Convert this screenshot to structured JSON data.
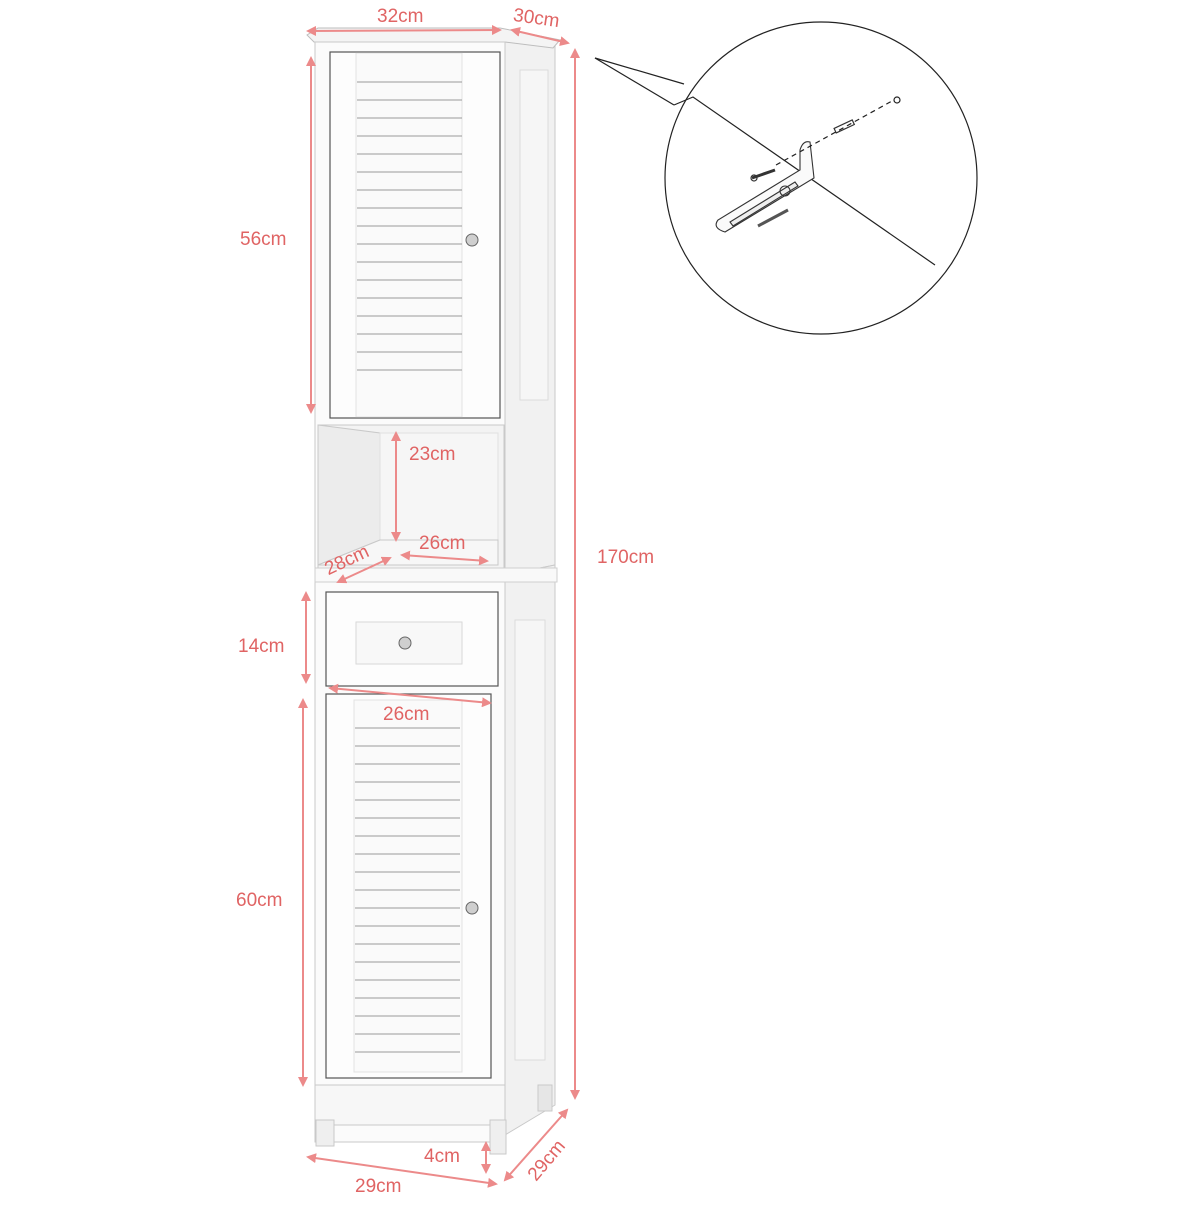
{
  "diagram": {
    "title": "Tall bathroom cabinet dimensions",
    "accent_color": "#e77474",
    "labels": {
      "top_width": "32cm",
      "top_depth": "30cm",
      "upper_door_height": "56cm",
      "niche_height": "23cm",
      "niche_width": "26cm",
      "niche_depth": "28cm",
      "total_height": "170cm",
      "drawer_height": "14cm",
      "drawer_width": "26cm",
      "lower_door_height": "60cm",
      "leg_height": "4cm",
      "base_width": "29cm",
      "base_depth": "29cm"
    },
    "parts": {
      "upper_door_slats": 17,
      "lower_door_slats": 19
    },
    "detail_callout": {
      "subject": "wall anti-tip bracket with screw and wall plug"
    }
  }
}
